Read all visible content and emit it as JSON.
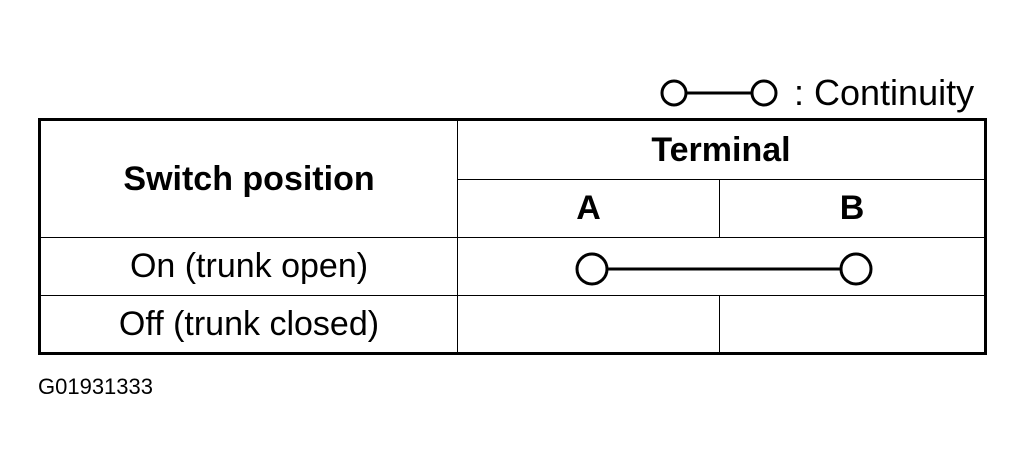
{
  "legend": {
    "symbol": "continuity-symbol",
    "label": ": Continuity"
  },
  "table": {
    "header": {
      "switch_position": "Switch position",
      "terminal": "Terminal",
      "terminals": [
        "A",
        "B"
      ]
    },
    "rows": [
      {
        "position": "On (trunk open)",
        "continuity": [
          "A",
          "B"
        ]
      },
      {
        "position": "Off (trunk closed)",
        "continuity": []
      }
    ]
  },
  "figure_code": "G01931333"
}
